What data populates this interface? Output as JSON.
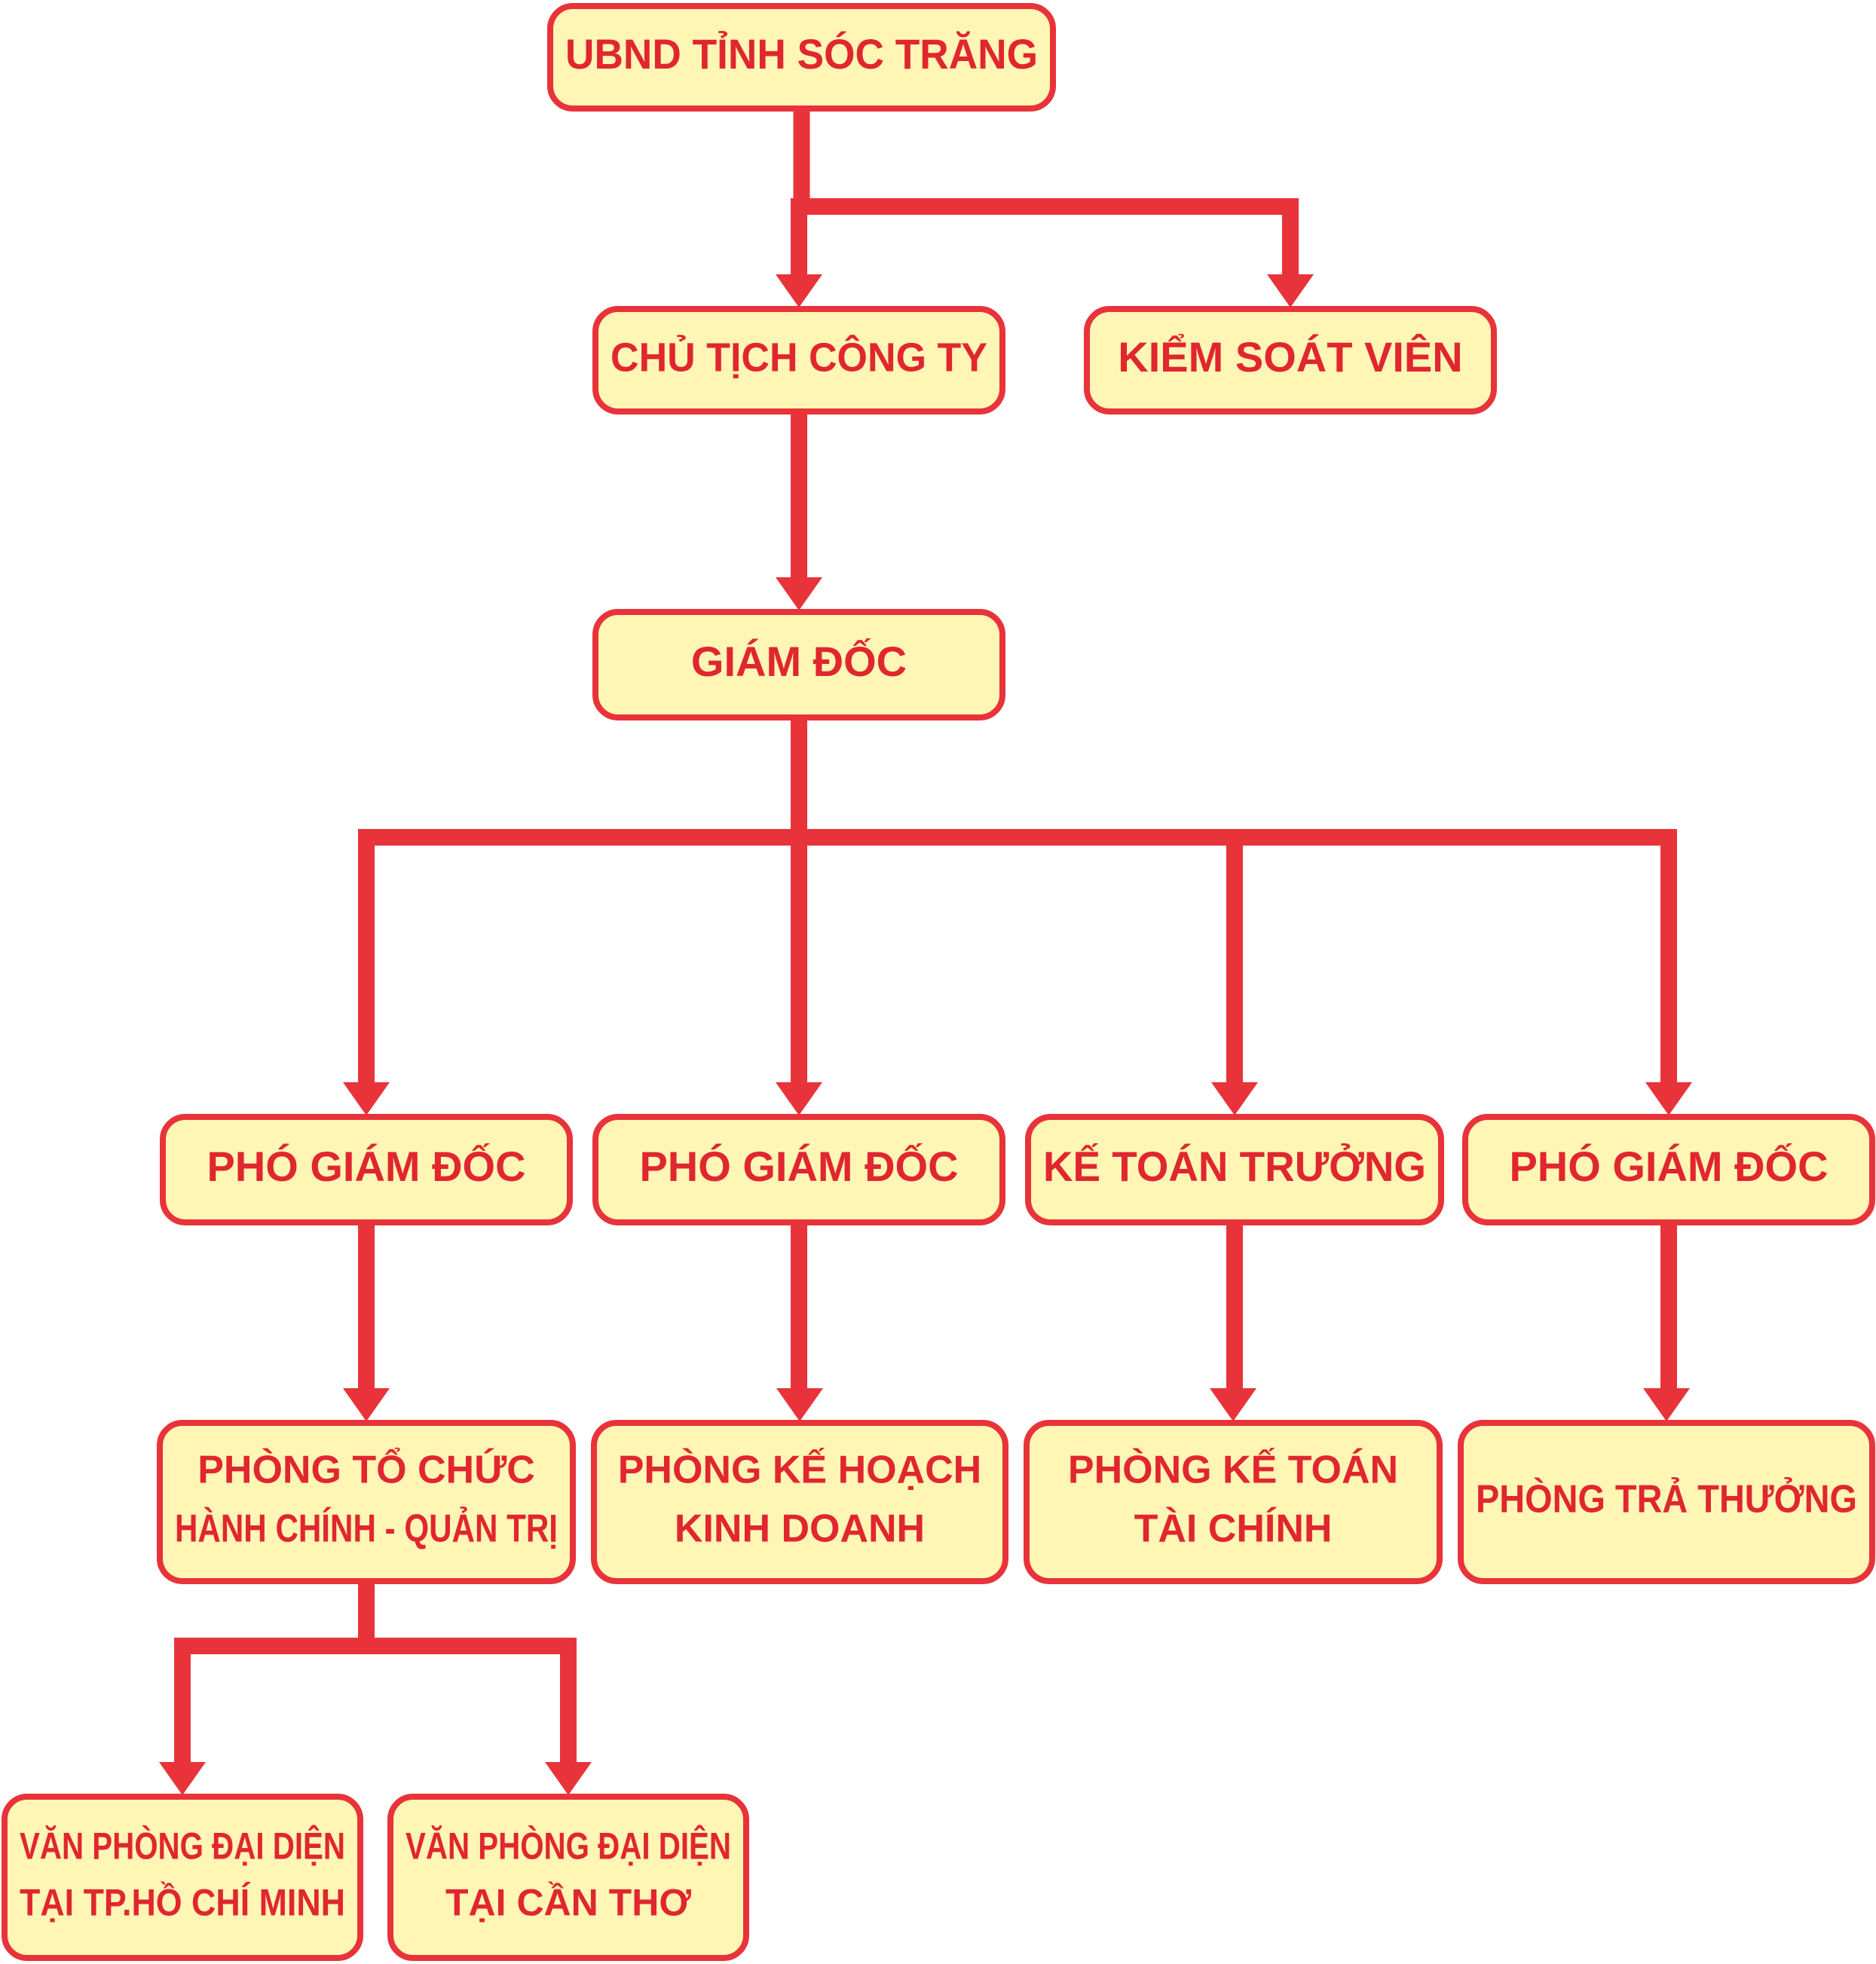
{
  "colors": {
    "line": "#e8333a",
    "box_fill": "#fff5b5",
    "box_border": "#e8333a",
    "text": "#e0262f"
  },
  "nodes": {
    "ubnd": {
      "lines": [
        "UBND TỈNH SÓC TRĂNG"
      ]
    },
    "chu_tich": {
      "lines": [
        "CHỦ TỊCH CÔNG TY"
      ]
    },
    "kiem_soat": {
      "lines": [
        "KIỂM SOÁT VIÊN"
      ]
    },
    "giam_doc": {
      "lines": [
        "GIÁM ĐỐC"
      ]
    },
    "pho_gd_1": {
      "lines": [
        "PHÓ GIÁM ĐỐC"
      ]
    },
    "pho_gd_2": {
      "lines": [
        "PHÓ GIÁM ĐỐC"
      ]
    },
    "ke_toan_truong": {
      "lines": [
        "KẾ TOÁN TRƯỞNG"
      ]
    },
    "pho_gd_3": {
      "lines": [
        "PHÓ GIÁM ĐỐC"
      ]
    },
    "phong_tchc": {
      "lines": [
        "PHÒNG TỔ CHỨC",
        "HÀNH CHÍNH - QUẢN TRỊ"
      ]
    },
    "phong_khkd": {
      "lines": [
        "PHÒNG KẾ HOẠCH",
        "KINH DOANH"
      ]
    },
    "phong_kttc": {
      "lines": [
        "PHÒNG KẾ TOÁN",
        "TÀI CHÍNH"
      ]
    },
    "phong_tra_thuong": {
      "lines": [
        "PHÒNG TRẢ THƯỞNG"
      ]
    },
    "vpdd_hcm": {
      "lines": [
        "VĂN PHÒNG ĐẠI DIỆN",
        "TẠI TP.HỒ CHÍ MINH"
      ]
    },
    "vpdd_ct": {
      "lines": [
        "VĂN PHÒNG ĐẠI DIỆN",
        "TẠI CẦN THƠ"
      ]
    }
  },
  "edges": [
    [
      "ubnd",
      "chu_tich"
    ],
    [
      "ubnd",
      "kiem_soat"
    ],
    [
      "chu_tich",
      "giam_doc"
    ],
    [
      "giam_doc",
      "pho_gd_1"
    ],
    [
      "giam_doc",
      "pho_gd_2"
    ],
    [
      "giam_doc",
      "ke_toan_truong"
    ],
    [
      "giam_doc",
      "pho_gd_3"
    ],
    [
      "pho_gd_1",
      "phong_tchc"
    ],
    [
      "pho_gd_2",
      "phong_khkd"
    ],
    [
      "ke_toan_truong",
      "phong_kttc"
    ],
    [
      "pho_gd_3",
      "phong_tra_thuong"
    ],
    [
      "phong_tchc",
      "vpdd_hcm"
    ],
    [
      "phong_tchc",
      "vpdd_ct"
    ]
  ]
}
